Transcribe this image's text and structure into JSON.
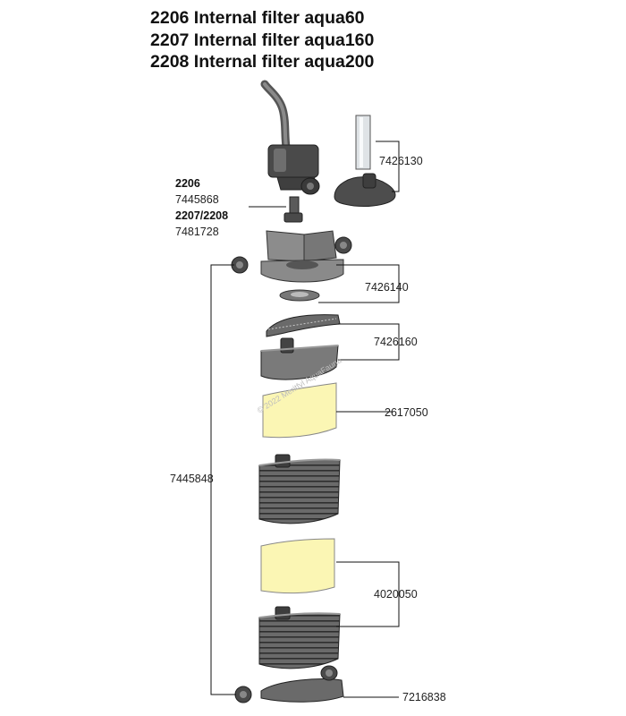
{
  "title_lines": [
    "2206 Internal filter aqua60",
    "2207 Internal filter aqua160",
    "2208 Internal filter aqua200"
  ],
  "impeller_label": {
    "model_a": "2206",
    "part_a": "7445868",
    "model_b": "2207/2208",
    "part_b": "7481728"
  },
  "parts": {
    "spray_bar": "7426130",
    "filter_head": "7426140",
    "filter_lid": "7426160",
    "sponge_top": "2617050",
    "sponge_set": "4020050",
    "suction_cup_set": "7445848",
    "bottom_plate": "7216838"
  },
  "watermark": "© 2022 Meritfyl AquaFauna",
  "colors": {
    "part_gray": "#5a5a5a",
    "part_light": "#9a9a9a",
    "sponge": "#fbf6b4",
    "line": "#111111"
  }
}
